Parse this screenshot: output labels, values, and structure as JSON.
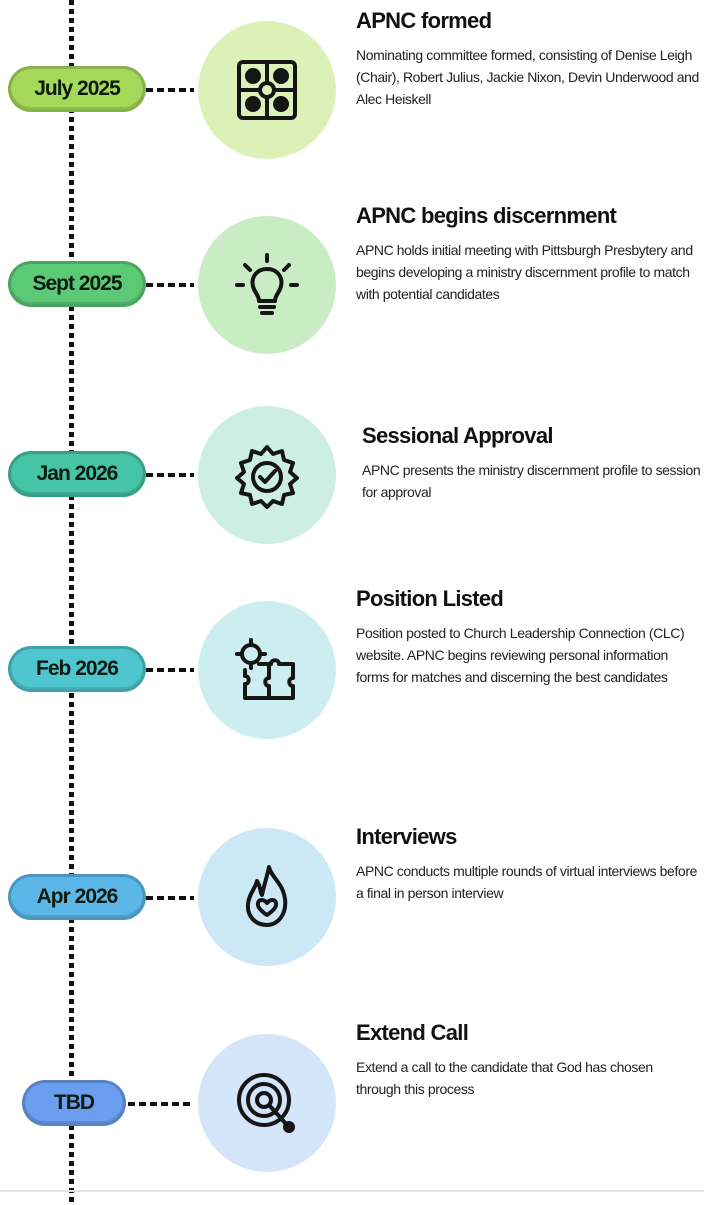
{
  "milestones": [
    {
      "date": "July 2025",
      "title": "APNC formed",
      "description": "Nominating committee formed, consisting of Denise Leigh (Chair), Robert Julius, Jackie Nixon, Devin Underwood and Alec Heiskell",
      "icon": "team-puzzle-icon",
      "pill_color": "#a6d85a",
      "circle_color": "#dcf1b8"
    },
    {
      "date": "Sept 2025",
      "title": "APNC begins discernment",
      "description": "APNC holds initial meeting with Pittsburgh Presbytery and begins developing a ministry discernment profile to match with potential candidates",
      "icon": "lightbulb-icon",
      "pill_color": "#5cc976",
      "circle_color": "#c9ecc4"
    },
    {
      "date": "Jan 2026",
      "title": "Sessional Approval",
      "description": "APNC presents the ministry discernment profile to session for approval",
      "icon": "gear-check-icon",
      "pill_color": "#45c4a6",
      "circle_color": "#cdeee3"
    },
    {
      "date": "Feb 2026",
      "title": "Position Listed",
      "description": "Position posted to Church Leadership Connection (CLC) website. APNC begins reviewing personal information forms for matches and discerning the best candidates",
      "icon": "puzzle-gear-icon",
      "pill_color": "#4fc6cf",
      "circle_color": "#cdeef0"
    },
    {
      "date": "Apr 2026",
      "title": "Interviews",
      "description": "APNC conducts multiple rounds of virtual interviews before a final in person interview",
      "icon": "flame-heart-icon",
      "pill_color": "#5ab7e8",
      "circle_color": "#cce7f6"
    },
    {
      "date": "TBD",
      "title": "Extend Call",
      "description": "Extend a call to the candidate that God has chosen through this process",
      "icon": "target-icon",
      "pill_color": "#6a9ff0",
      "circle_color": "#d4e5fa"
    }
  ]
}
